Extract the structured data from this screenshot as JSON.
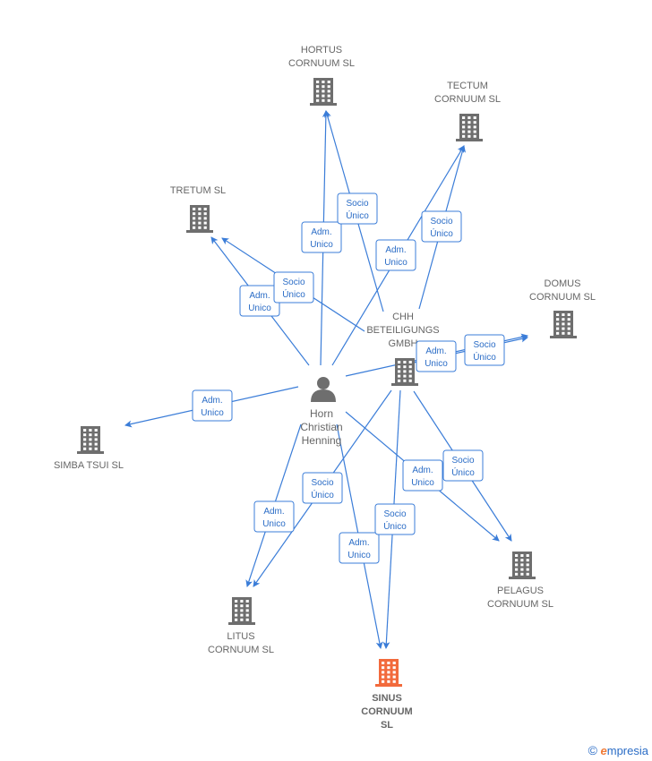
{
  "colors": {
    "edge": "#3b7dd8",
    "building": "#6e6e6e",
    "building_highlight": "#f26a3c",
    "label": "#666666"
  },
  "center": {
    "id": "horn",
    "label_lines": [
      "Horn",
      "Christian",
      "Henning"
    ],
    "icon": "person-icon"
  },
  "nodes": [
    {
      "id": "hortus",
      "label_lines": [
        "HORTUS",
        "CORNUUM  SL"
      ],
      "icon": "building-icon"
    },
    {
      "id": "tectum",
      "label_lines": [
        "TECTUM",
        "CORNUUM  SL"
      ],
      "icon": "building-icon"
    },
    {
      "id": "tretum",
      "label_lines": [
        "TRETUM  SL"
      ],
      "icon": "building-icon"
    },
    {
      "id": "domus",
      "label_lines": [
        "DOMUS",
        "CORNUUM  SL"
      ],
      "icon": "building-icon"
    },
    {
      "id": "chh",
      "label_lines": [
        "CHH",
        "BETEILIGUNGS",
        "GMBH"
      ],
      "icon": "building-icon"
    },
    {
      "id": "simba",
      "label_lines": [
        "SIMBA TSUI SL"
      ],
      "icon": "building-icon"
    },
    {
      "id": "pelagus",
      "label_lines": [
        "PELAGUS",
        "CORNUUM  SL"
      ],
      "icon": "building-icon"
    },
    {
      "id": "litus",
      "label_lines": [
        "LITUS",
        "CORNUUM  SL"
      ],
      "icon": "building-icon"
    },
    {
      "id": "sinus",
      "label_lines": [
        "SINUS",
        "CORNUUM",
        "SL"
      ],
      "icon": "building-icon",
      "highlight": true
    }
  ],
  "edges": [
    {
      "from": "horn",
      "to": "hortus",
      "label_lines": [
        "Adm.",
        "Unico"
      ]
    },
    {
      "from": "chh",
      "to": "hortus",
      "label_lines": [
        "Socio",
        "Único"
      ]
    },
    {
      "from": "horn",
      "to": "tectum",
      "label_lines": [
        "Adm.",
        "Unico"
      ]
    },
    {
      "from": "chh",
      "to": "tectum",
      "label_lines": [
        "Socio",
        "Único"
      ]
    },
    {
      "from": "horn",
      "to": "tretum",
      "label_lines": [
        "Adm.",
        "Unico"
      ]
    },
    {
      "from": "chh",
      "to": "tretum",
      "label_lines": [
        "Socio",
        "Único"
      ]
    },
    {
      "from": "horn",
      "to": "domus",
      "label_lines": [
        "Adm.",
        "Unico"
      ]
    },
    {
      "from": "chh",
      "to": "domus",
      "label_lines": [
        "Socio",
        "Único"
      ]
    },
    {
      "from": "horn",
      "to": "simba",
      "label_lines": [
        "Adm.",
        "Unico"
      ]
    },
    {
      "from": "horn",
      "to": "pelagus",
      "label_lines": [
        "Adm.",
        "Unico"
      ]
    },
    {
      "from": "chh",
      "to": "pelagus",
      "label_lines": [
        "Socio",
        "Único"
      ]
    },
    {
      "from": "horn",
      "to": "litus",
      "label_lines": [
        "Adm.",
        "Unico"
      ]
    },
    {
      "from": "chh",
      "to": "litus",
      "label_lines": [
        "Socio",
        "Único"
      ]
    },
    {
      "from": "horn",
      "to": "sinus",
      "label_lines": [
        "Adm.",
        "Unico"
      ]
    },
    {
      "from": "chh",
      "to": "sinus",
      "label_lines": [
        "Socio",
        "Único"
      ]
    }
  ],
  "watermark": {
    "copyright": "©",
    "brand_initial": "e",
    "brand_rest": "mpresia"
  }
}
